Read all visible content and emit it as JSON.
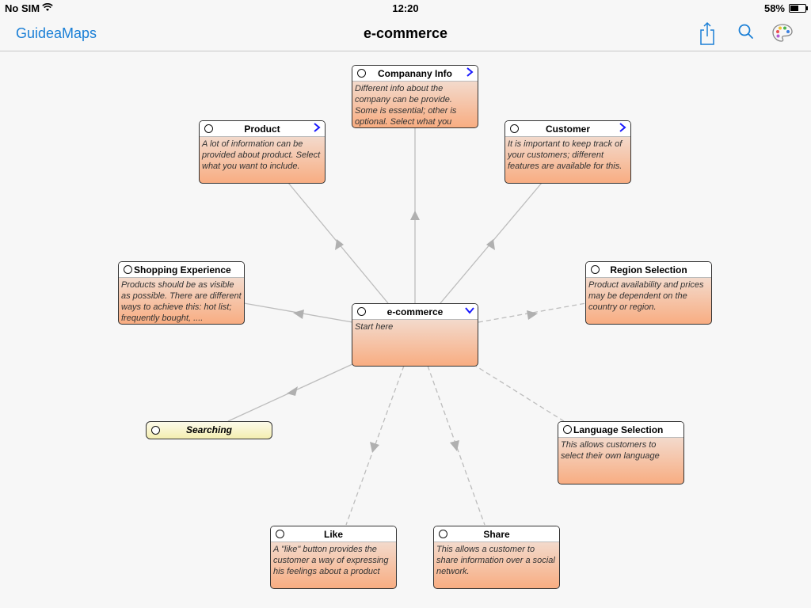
{
  "status_bar": {
    "carrier": "No SIM",
    "time": "12:20",
    "battery": "58%",
    "battery_level": 0.58
  },
  "nav": {
    "back_label": "GuideaMaps",
    "title": "e-commerce",
    "icons": [
      "share-icon",
      "search-icon",
      "palette-icon"
    ],
    "accent_color": "#1a7fd6"
  },
  "nodes": {
    "company_info": {
      "title": "Companany Info",
      "body": "Different info about the company can be provide. Some is essential; other is optional. Select what you"
    },
    "product": {
      "title": "Product",
      "body": "A lot of information can be provided about product. Select what you want to include."
    },
    "customer": {
      "title": "Customer",
      "body": "It is important to keep track of your customers; different features are available for this."
    },
    "shopping_experience": {
      "title": "Shopping Experience",
      "body": "Products should be as visible as possible. There are different ways to achieve this: hot list; frequently bought, ...."
    },
    "ecommerce": {
      "title": "e-commerce",
      "body": "Start here"
    },
    "region_selection": {
      "title": "Region Selection",
      "body": "Product availability and prices may be dependent on the country or region."
    },
    "searching": {
      "title": "Searching"
    },
    "language_selection": {
      "title": "Language Selection",
      "body": "This allows customers to select their own language"
    },
    "like": {
      "title": "Like",
      "body": "A \"like\" button provides the customer a way of expressing his feelings about a product"
    },
    "share": {
      "title": "Share",
      "body": "This allows a customer to share information over a social network."
    }
  },
  "colors": {
    "node_gradient_top": "#f1e9e5",
    "node_gradient_bottom": "#f8ad82",
    "searching_fill": "#f4eeb0",
    "link_color": "#b4b4b4",
    "chevron_color": "#1a1aff"
  }
}
